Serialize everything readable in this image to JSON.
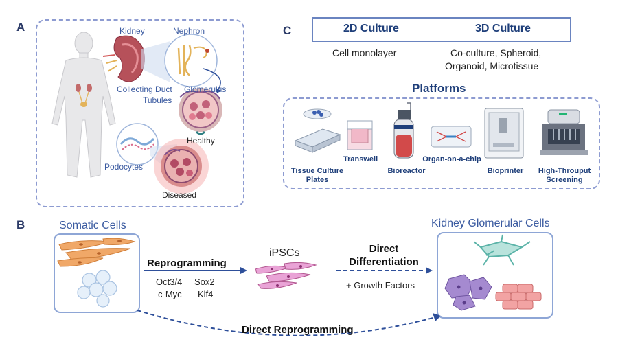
{
  "panels": {
    "a": "A",
    "b": "B",
    "c": "C"
  },
  "panel_a": {
    "kidney": "Kidney",
    "nephron": "Nephron",
    "collecting_duct": "Collecting Duct",
    "glomerulus": "Glomerulus",
    "tubules": "Tubules",
    "healthy": "Healthy",
    "podocytes": "Podocytes",
    "diseased": "Diseased"
  },
  "panel_c": {
    "culture_2d": "2D Culture",
    "culture_3d": "3D Culture",
    "culture_2d_desc": "Cell monolayer",
    "culture_3d_desc_line1": "Co-culture, Spheroid,",
    "culture_3d_desc_line2": "Organoid, Microtissue",
    "platforms_title": "Platforms",
    "platforms": {
      "tissue_culture_line1": "Tissue Culture",
      "tissue_culture_line2": "Plates",
      "transwell": "Transwell",
      "bioreactor": "Bioreactor",
      "organ_on_chip": "Organ-on-a-chip",
      "bioprinter": "Bioprinter",
      "hts_line1": "High-Throuput",
      "hts_line2": "Screening"
    }
  },
  "panel_b": {
    "somatic_cells": "Somatic Cells",
    "reprogramming": "Reprogramming",
    "oct34": "Oct3/4",
    "sox2": "Sox2",
    "cmyc": "c-Myc",
    "klf4": "Klf4",
    "ipscs": "iPSCs",
    "direct_diff_line1": "Direct",
    "direct_diff_line2": "Differentiation",
    "growth_factors": "+ Growth Factors",
    "kidney_glomerular": "Kidney Glomerular Cells",
    "direct_reprogramming": "Direct Reprogramming"
  },
  "colors": {
    "navy": "#1f3f7a",
    "label_blue": "#3a5aa0",
    "dash_border": "#8d9bd1",
    "cell_pink": "#d36bb2",
    "cell_orange": "#f0a868"
  }
}
